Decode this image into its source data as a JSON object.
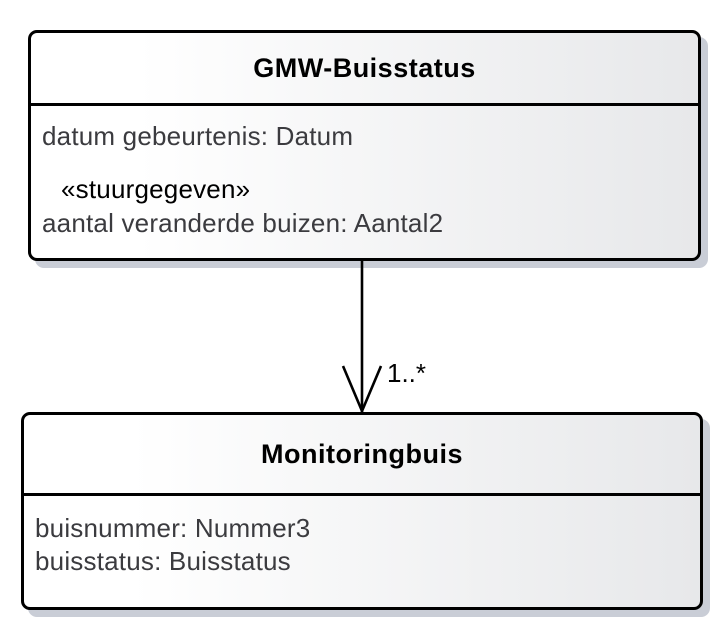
{
  "diagram": {
    "kind": "uml-class-diagram",
    "colors": {
      "background": "#ffffff",
      "box_fill_left": "#ffffff",
      "box_fill_right": "#e7e8ea",
      "box_border": "#000000",
      "box_shadow": "#c9cdd6",
      "title_text": "#000000",
      "attribute_text": "#3b3b3f"
    }
  },
  "classes": [
    {
      "title": "GMW-Buisstatus",
      "attributes": [
        {
          "label": "datum gebeurtenis: Datum"
        }
      ],
      "stereotyped_attribute": {
        "stereotype": "«stuurgegeven»",
        "label": "aantal veranderde buizen: Aantal2"
      }
    },
    {
      "title": "Monitoringbuis",
      "attributes": [
        {
          "label": "buisnummer: Nummer3"
        },
        {
          "label": "buisstatus: Buisstatus"
        }
      ]
    }
  ],
  "connector": {
    "type": "directed-association",
    "source": "GMW-Buisstatus",
    "target": "Monitoringbuis",
    "target_multiplicity": "1..*"
  }
}
